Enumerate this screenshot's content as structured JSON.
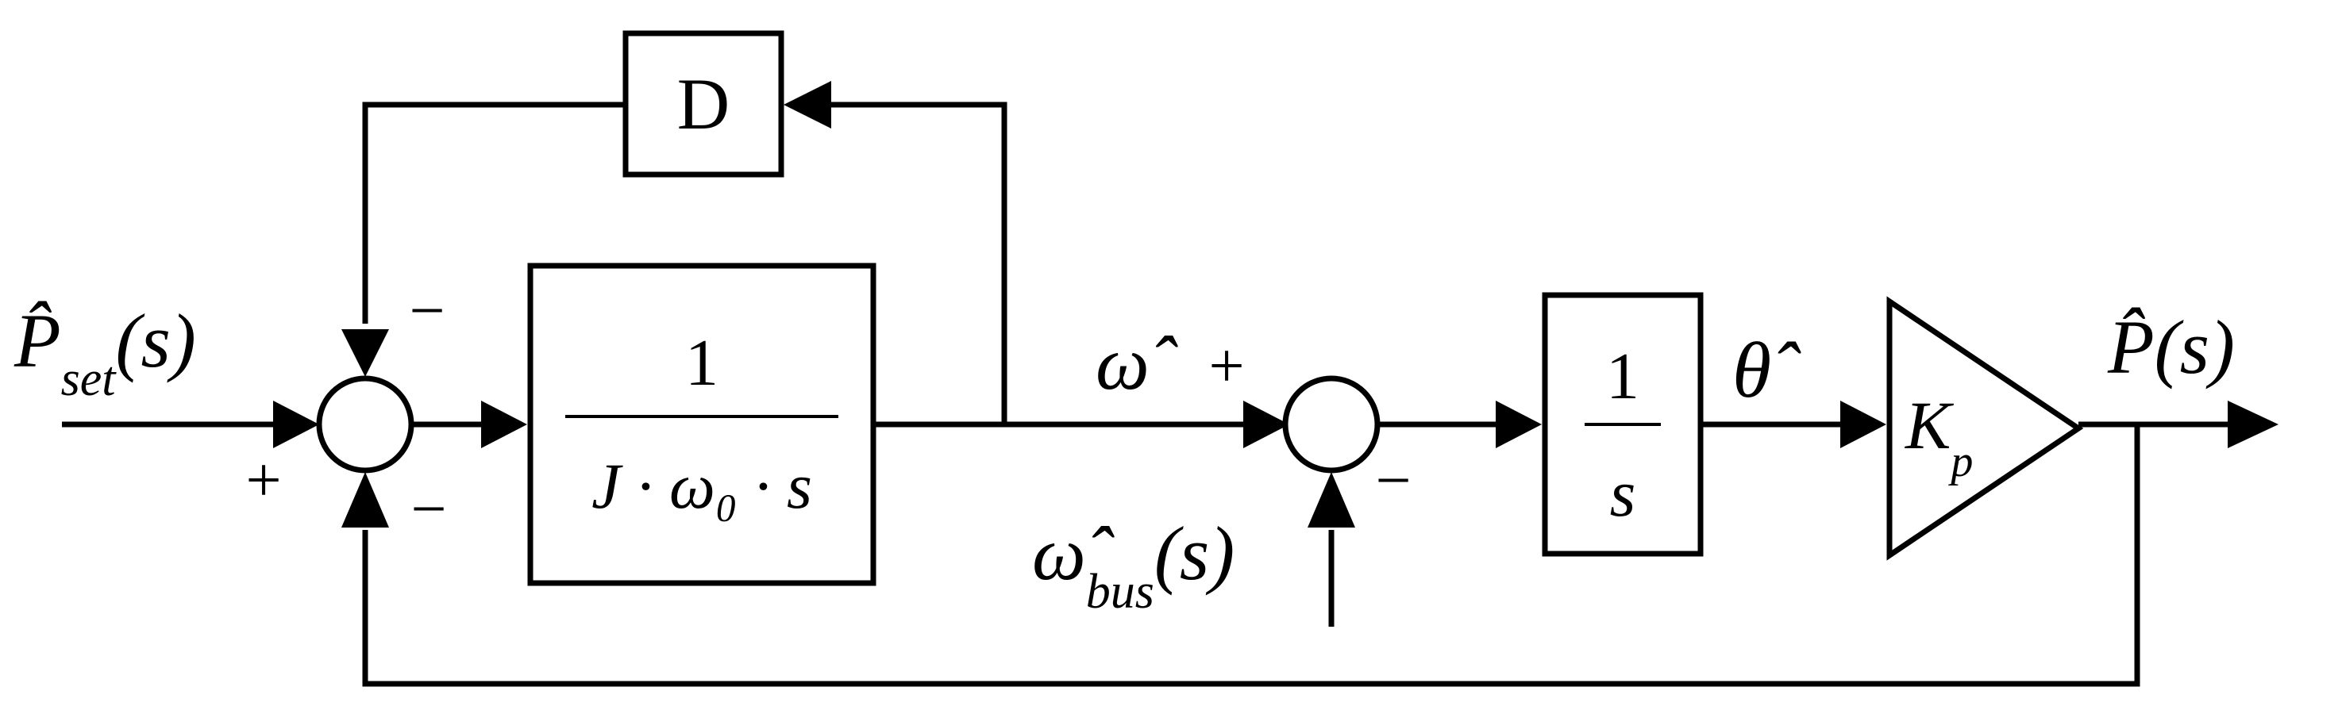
{
  "diagram": {
    "delay_block": "D",
    "inertia_block": {
      "numerator": "1",
      "denominator": "J · ω₀ · s"
    },
    "integrator_block": {
      "numerator": "1",
      "denominator": "s"
    },
    "gain_block": {
      "symbol": "K",
      "subscript": "p"
    },
    "input": {
      "symbol": "P̂",
      "subscript": "set",
      "arg": "(s)"
    },
    "omega": "ω̂",
    "omega_bus": {
      "symbol": "ω̂",
      "subscript": "bus",
      "arg": "(s)"
    },
    "theta": "θ̂",
    "output": {
      "symbol": "P̂",
      "arg": "(s)"
    },
    "signs": {
      "sum1_left": "+",
      "sum1_top": "−",
      "sum1_bottom": "−",
      "sum2_left": "+",
      "sum2_bottom": "−"
    }
  }
}
